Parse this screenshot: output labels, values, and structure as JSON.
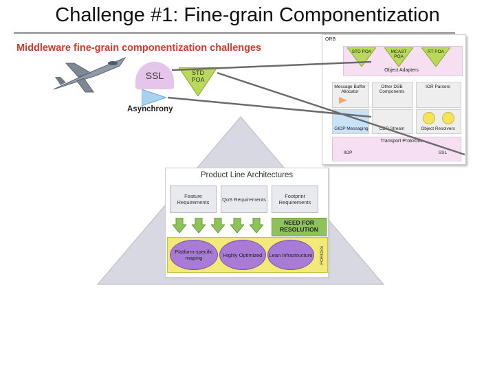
{
  "slide": {
    "title": "Challenge #1: Fine-grain Componentization",
    "subtitle": "Middleware fine-grain componentization challenges",
    "ssl_label": "SSL",
    "std_poa_label": "STD POA",
    "asynchrony_label": "Asynchrony"
  },
  "orb": {
    "label": "ORB",
    "top_triangles": [
      "STD POA",
      "MCAST POA",
      "RT POA"
    ],
    "object_adapters": "Object Adapters",
    "middle_row": [
      "Message Buffer Allocator",
      "Other DSB Components",
      "IOR Parsers"
    ],
    "lower_row": [
      "GIOP Messaging",
      "CDR Stream",
      "Object Resolvers"
    ],
    "transport": "Transport Protocols",
    "protocols": [
      "IIOP",
      "SSL"
    ]
  },
  "product_line": {
    "title": "Product Line Architectures",
    "requirements": [
      "Feature Requirements",
      "QoS Requirements",
      "Footprint Requirements"
    ],
    "need_for_resolution": "NEED FOR RESOLUTION",
    "forces": [
      "Platform-specific maping",
      "Highly Optimized",
      "Lean Infrastructure"
    ],
    "forces_label": "FORCES"
  },
  "colors": {
    "subtitle": "#d53a2a",
    "ssl_fill": "#e5c5ea",
    "std_poa_fill": "#b9d95a",
    "need_fill": "#8fc35a",
    "forces_band": "#f1ea79",
    "ellipse_fill": "#a87bd6",
    "pyramid_fill": "#d7d8e2"
  }
}
